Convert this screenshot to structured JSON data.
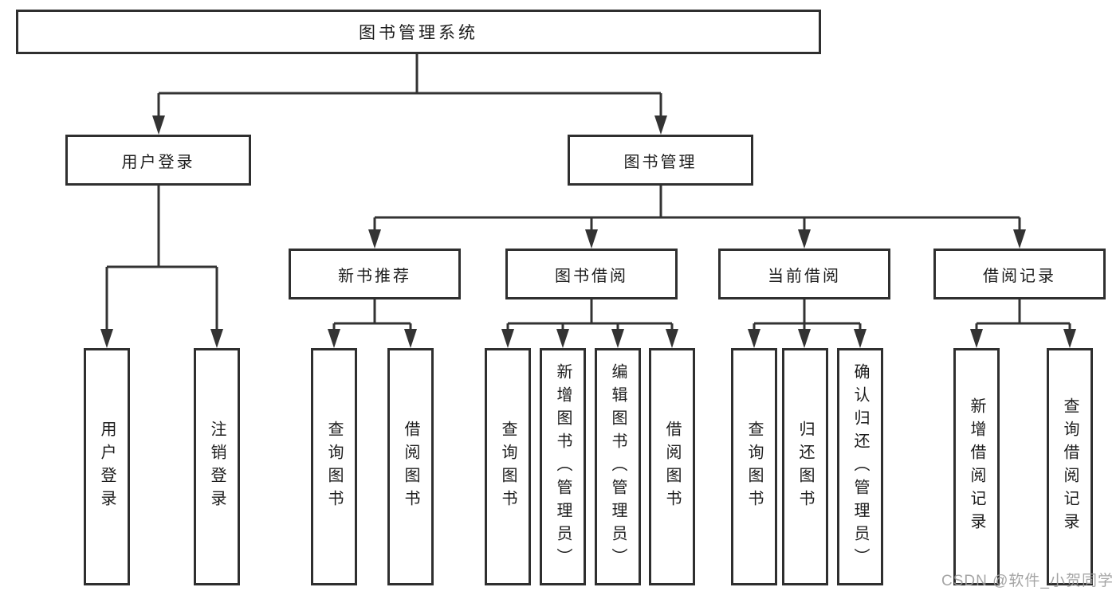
{
  "nodes": {
    "root": "图书管理系统",
    "user_login": "用户登录",
    "book_mgmt": "图书管理",
    "new_book_rec": "新书推荐",
    "book_borrow": "图书借阅",
    "current_borrow": "当前借阅",
    "borrow_records": "借阅记录",
    "leaf_user_login": "用户登录",
    "leaf_logout": "注销登录",
    "leaf_query_books_rec": "查询图书",
    "leaf_borrow_books_rec": "借阅图书",
    "leaf_query_books_borrow": "查询图书",
    "leaf_add_books_admin": "新增图书（管理员）",
    "leaf_edit_books_admin": "编辑图书（管理员）",
    "leaf_borrow_books_borrow": "借阅图书",
    "leaf_query_books_current": "查询图书",
    "leaf_return_books": "归还图书",
    "leaf_confirm_return_admin": "确认归还（管理员）",
    "leaf_add_borrow_record": "新增借阅记录",
    "leaf_query_borrow_record": "查询借阅记录"
  },
  "watermark": "CSDN @软件_小贺同学",
  "colors": {
    "line": "#333333",
    "box_border": "#2f2f2f",
    "text": "#1c1c1c",
    "watermark": "#9c9c9c",
    "background": "#ffffff"
  }
}
